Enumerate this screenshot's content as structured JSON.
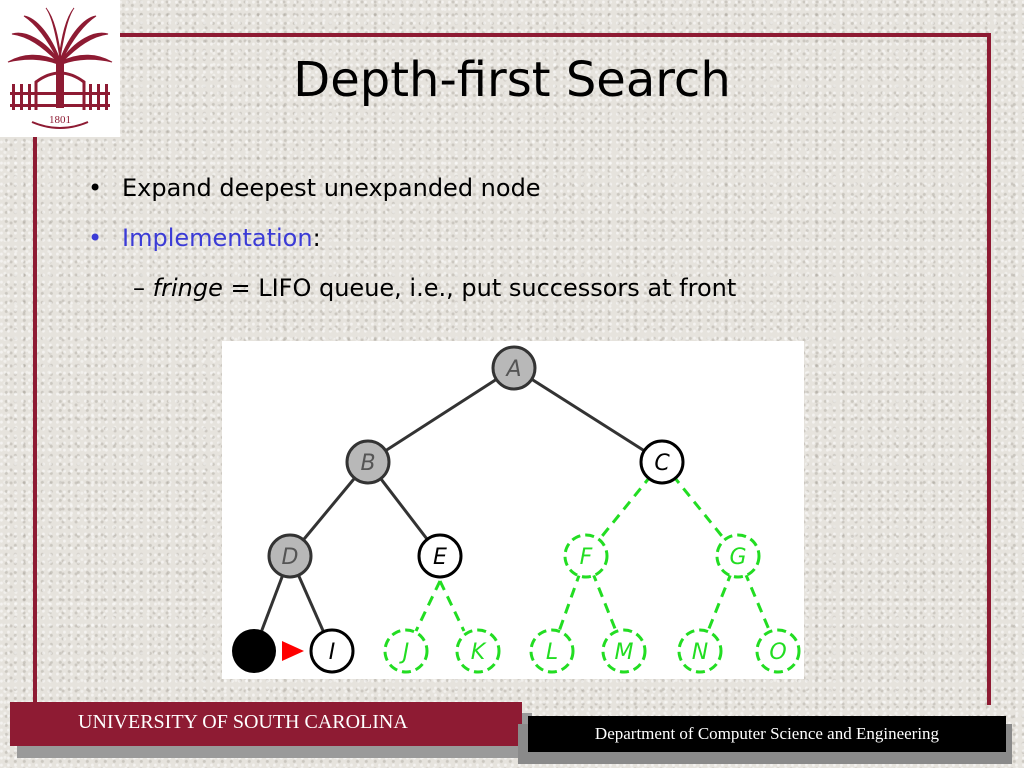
{
  "slide": {
    "title": "Depth-first Search",
    "bullets": {
      "item1": "Expand deepest unexpanded node",
      "item2_label": "Implementation",
      "item2_colon": ":",
      "sub1_dash": "–",
      "sub1_term": "fringe",
      "sub1_rest": " = LIFO queue, i.e., put successors at front"
    },
    "bullet_symbol": "•",
    "accent_color": "#3b3bd6"
  },
  "logo": {
    "year": "1801",
    "icon": "palmetto-tree-icon"
  },
  "tree": {
    "colors": {
      "expanded": "#b8b8b8",
      "fringe": "#ffffff",
      "unexplored": "#22dd22",
      "current": "#000000",
      "marker": "#ff0000"
    },
    "nodes": {
      "A": "A",
      "B": "B",
      "C": "C",
      "D": "D",
      "E": "E",
      "F": "F",
      "G": "G",
      "I": "I",
      "J": "J",
      "K": "K",
      "L": "L",
      "M": "M",
      "N": "N",
      "O": "O"
    }
  },
  "footer": {
    "university": "UNIVERSITY OF SOUTH CAROLINA",
    "department": "Department of Computer Science and Engineering",
    "university_color": "#8e1b33"
  }
}
